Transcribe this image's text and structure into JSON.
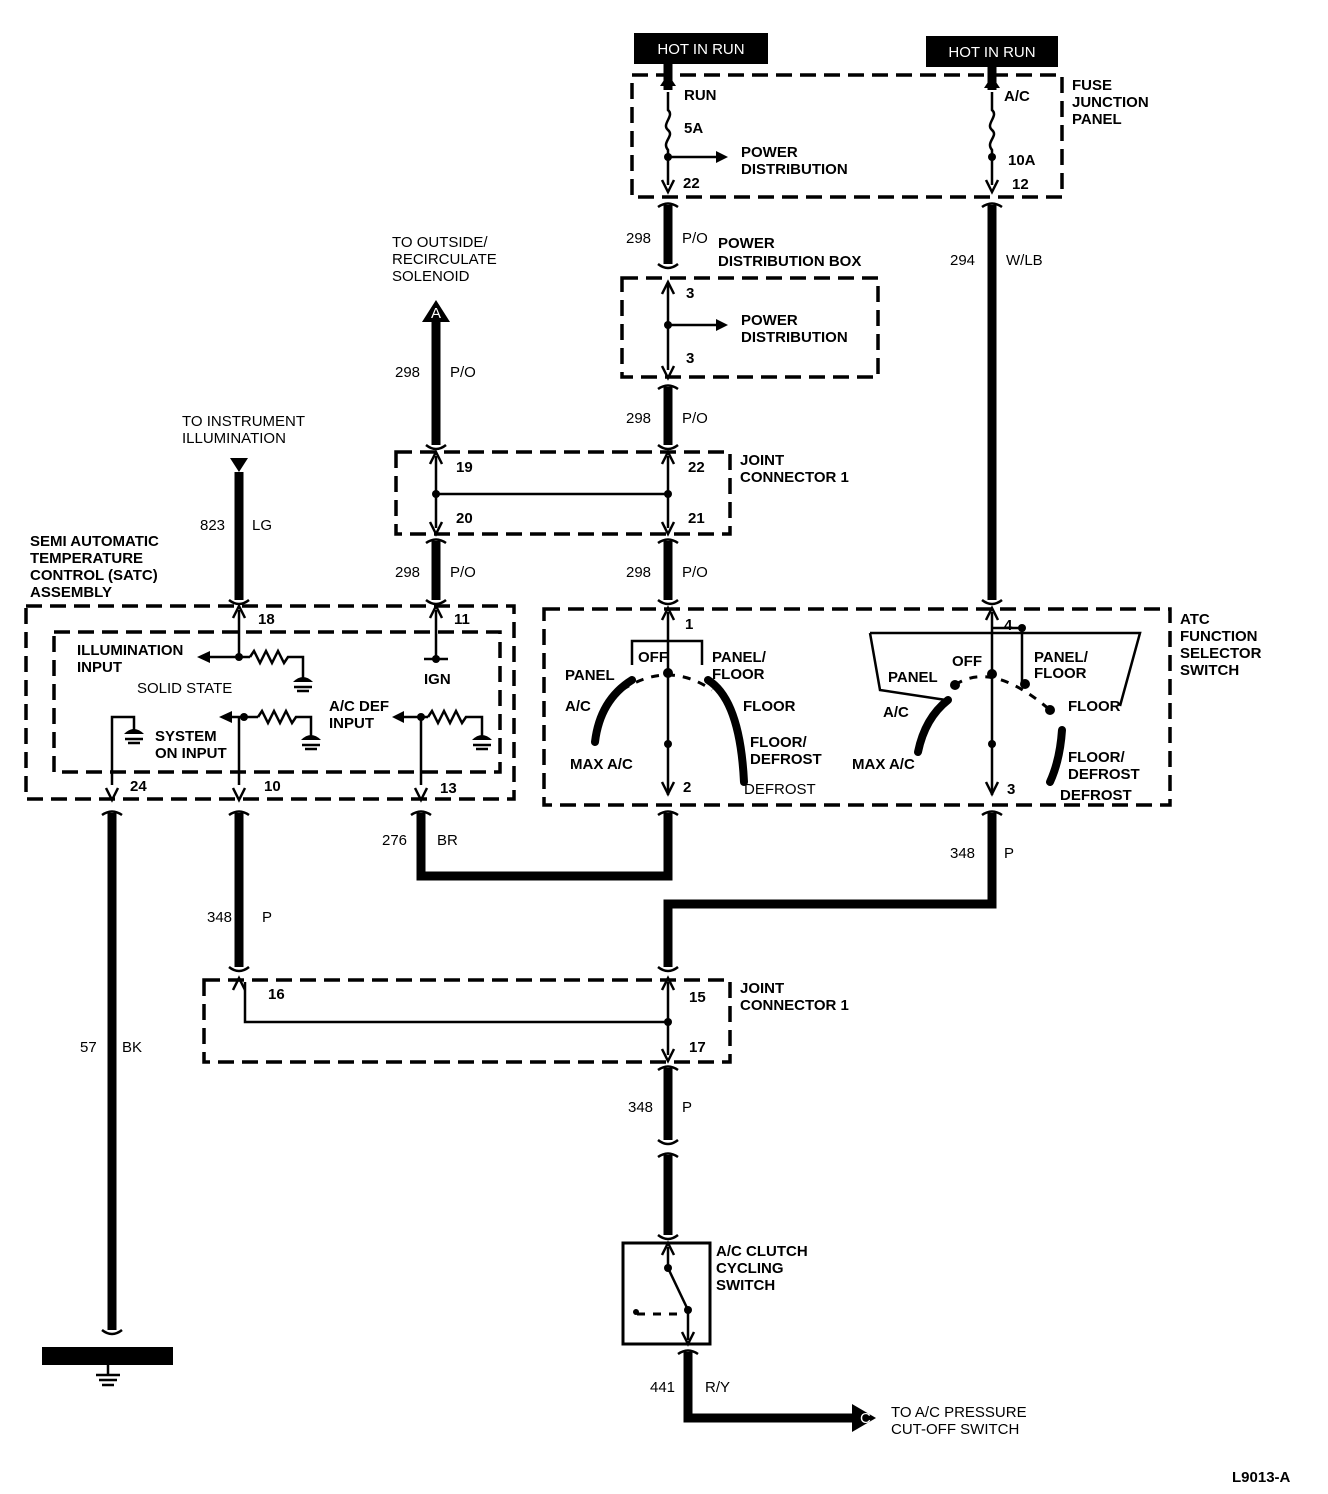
{
  "title_boxes": {
    "hot_in_run_left": "HOT IN RUN",
    "hot_in_run_right": "HOT IN RUN"
  },
  "fuse_panel": {
    "label": [
      "FUSE",
      "JUNCTION",
      "PANEL"
    ],
    "run": "RUN",
    "fuse_5a": "5A",
    "power_distribution": [
      "POWER",
      "DISTRIBUTION"
    ],
    "pin_22": "22",
    "ac": "A/C",
    "fuse_10a": "10A",
    "pin_12": "12"
  },
  "power_dist_box": {
    "label": [
      "POWER",
      "DISTRIBUTION BOX"
    ],
    "pin_in": "3",
    "pin_out": "3",
    "power_distribution": [
      "POWER",
      "DISTRIBUTION"
    ]
  },
  "wires": {
    "w298_top": {
      "num": "298",
      "color": "P/O"
    },
    "w294": {
      "num": "294",
      "color": "W/LB"
    },
    "w298_solenoid": {
      "num": "298",
      "color": "P/O"
    },
    "w298_mid": {
      "num": "298",
      "color": "P/O"
    },
    "w823": {
      "num": "823",
      "color": "LG"
    },
    "w298_satc": {
      "num": "298",
      "color": "P/O"
    },
    "w298_func": {
      "num": "298",
      "color": "P/O"
    },
    "w276": {
      "num": "276",
      "color": "BR"
    },
    "w348_right": {
      "num": "348",
      "color": "P"
    },
    "w348_left": {
      "num": "348",
      "color": "P"
    },
    "w57": {
      "num": "57",
      "color": "BK"
    },
    "w348_bottom": {
      "num": "348",
      "color": "P"
    },
    "w441": {
      "num": "441",
      "color": "R/Y"
    }
  },
  "solenoid": {
    "label": [
      "TO OUTSIDE/",
      "RECIRCULATE",
      "SOLENOID"
    ],
    "connector": "A"
  },
  "instrument": {
    "label": [
      "TO INSTRUMENT",
      "ILLUMINATION"
    ]
  },
  "joint_connector_upper": {
    "label": [
      "JOINT",
      "CONNECTOR 1"
    ],
    "pins": [
      "19",
      "20",
      "22",
      "21"
    ]
  },
  "satc": {
    "label": [
      "SEMI AUTOMATIC",
      "TEMPERATURE",
      "CONTROL (SATC)",
      "ASSEMBLY"
    ],
    "pins": {
      "p18": "18",
      "p11": "11",
      "p24": "24",
      "p10": "10",
      "p13": "13"
    },
    "illumination_input": [
      "ILLUMINATION",
      "INPUT"
    ],
    "solid_state": "SOLID STATE",
    "ign": "IGN",
    "system_on_input": [
      "SYSTEM",
      "ON INPUT"
    ],
    "ac_def_input": [
      "A/C DEF",
      "INPUT"
    ]
  },
  "atc_switch": {
    "label": [
      "ATC",
      "FUNCTION",
      "SELECTOR",
      "SWITCH"
    ],
    "left": {
      "pin_top": "1",
      "pin_bottom": "2",
      "off": "OFF",
      "panel": "PANEL",
      "panel_floor": [
        "PANEL/",
        "FLOOR"
      ],
      "ac": "A/C",
      "floor": "FLOOR",
      "max_ac": "MAX A/C",
      "floor_defrost": [
        "FLOOR/",
        "DEFROST"
      ],
      "defrost": "DEFROST"
    },
    "right": {
      "pin_top": "4",
      "pin_bottom": "3",
      "off": "OFF",
      "panel": "PANEL",
      "panel_floor": [
        "PANEL/",
        "FLOOR"
      ],
      "ac": "A/C",
      "floor": "FLOOR",
      "max_ac": "MAX A/C",
      "floor_defrost": [
        "FLOOR/",
        "DEFROST"
      ],
      "defrost": "DEFROST"
    }
  },
  "joint_connector_lower": {
    "label": [
      "JOINT",
      "CONNECTOR 1"
    ],
    "pins": [
      "16",
      "15",
      "17"
    ]
  },
  "clutch_switch": {
    "label": [
      "A/C CLUTCH",
      "CYCLING",
      "SWITCH"
    ]
  },
  "pressure_switch": {
    "label": [
      "TO A/C PRESSURE",
      "CUT-OFF SWITCH"
    ],
    "connector": "C"
  },
  "figure_id": "L9013-A"
}
